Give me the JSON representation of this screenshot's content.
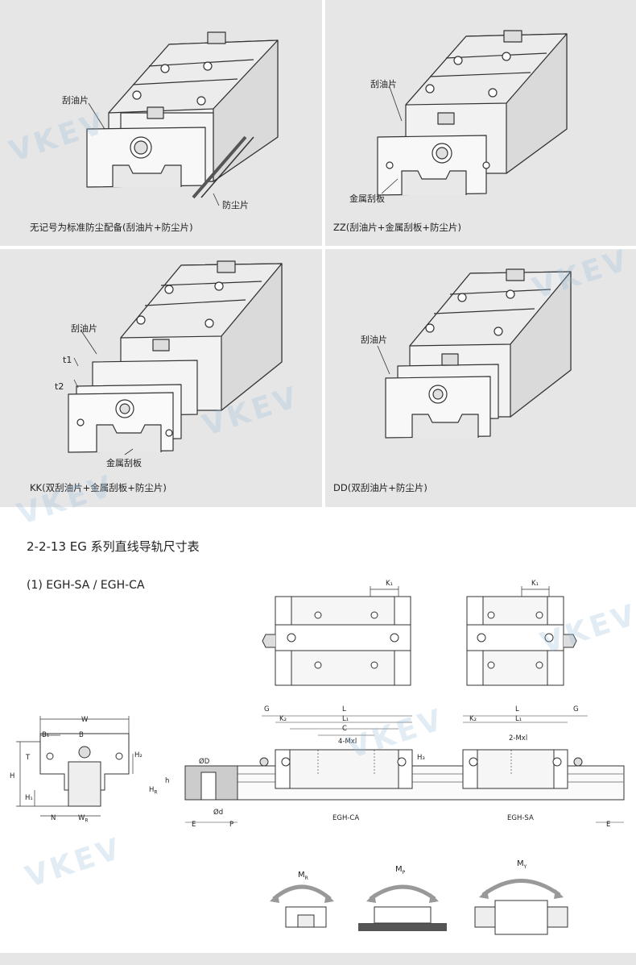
{
  "panels": [
    {
      "caption": "无记号为标准防尘配备(刮油片+防尘片)",
      "labels": {
        "wiper": "刮油片",
        "seal": "防尘片"
      }
    },
    {
      "caption": "ZZ(刮油片+金属刮板+防尘片)",
      "labels": {
        "wiper": "刮油片",
        "scraper": "金属刮板"
      }
    },
    {
      "caption": "KK(双刮油片+金属刮板+防尘片)",
      "labels": {
        "wiper": "刮油片",
        "scraper": "金属刮板",
        "t1": "t1",
        "t2": "t2"
      }
    },
    {
      "caption": "DD(双刮油片+防尘片)",
      "labels": {
        "wiper": "刮油片"
      }
    }
  ],
  "section_title": "2-2-13 EG 系列直线导轨尺寸表",
  "subsection_title": "(1) EGH-SA / EGH-CA",
  "dimensions": {
    "front": {
      "W": "W",
      "B1": "B₁",
      "B": "B",
      "T": "T",
      "H": "H",
      "H2": "H₂",
      "H1": "H₁",
      "N": "N",
      "WR": "W",
      "WR_sub": "R"
    },
    "top_k1": "K₁",
    "side": {
      "G": "G",
      "K2": "K₂",
      "L": "L",
      "L1": "L₁",
      "C": "C",
      "Mxl4": "4-Mxl",
      "Mxl2": "2-Mxl",
      "H3": "H₃",
      "phiD": "ØD",
      "phid": "Ød",
      "h": "h",
      "HR": "H",
      "HR_sub": "R",
      "E": "E",
      "P": "P",
      "ca_name": "EGH-CA",
      "sa_name": "EGH-SA"
    },
    "moments": {
      "MR": "M",
      "MR_sub": "R",
      "MP": "M",
      "MP_sub": "P",
      "MY": "M",
      "MY_sub": "Y"
    }
  },
  "watermark": "VKEV",
  "colors": {
    "panel_bg": "#e6e6e6",
    "line": "#333333",
    "watermark": "#b6cfe4"
  }
}
